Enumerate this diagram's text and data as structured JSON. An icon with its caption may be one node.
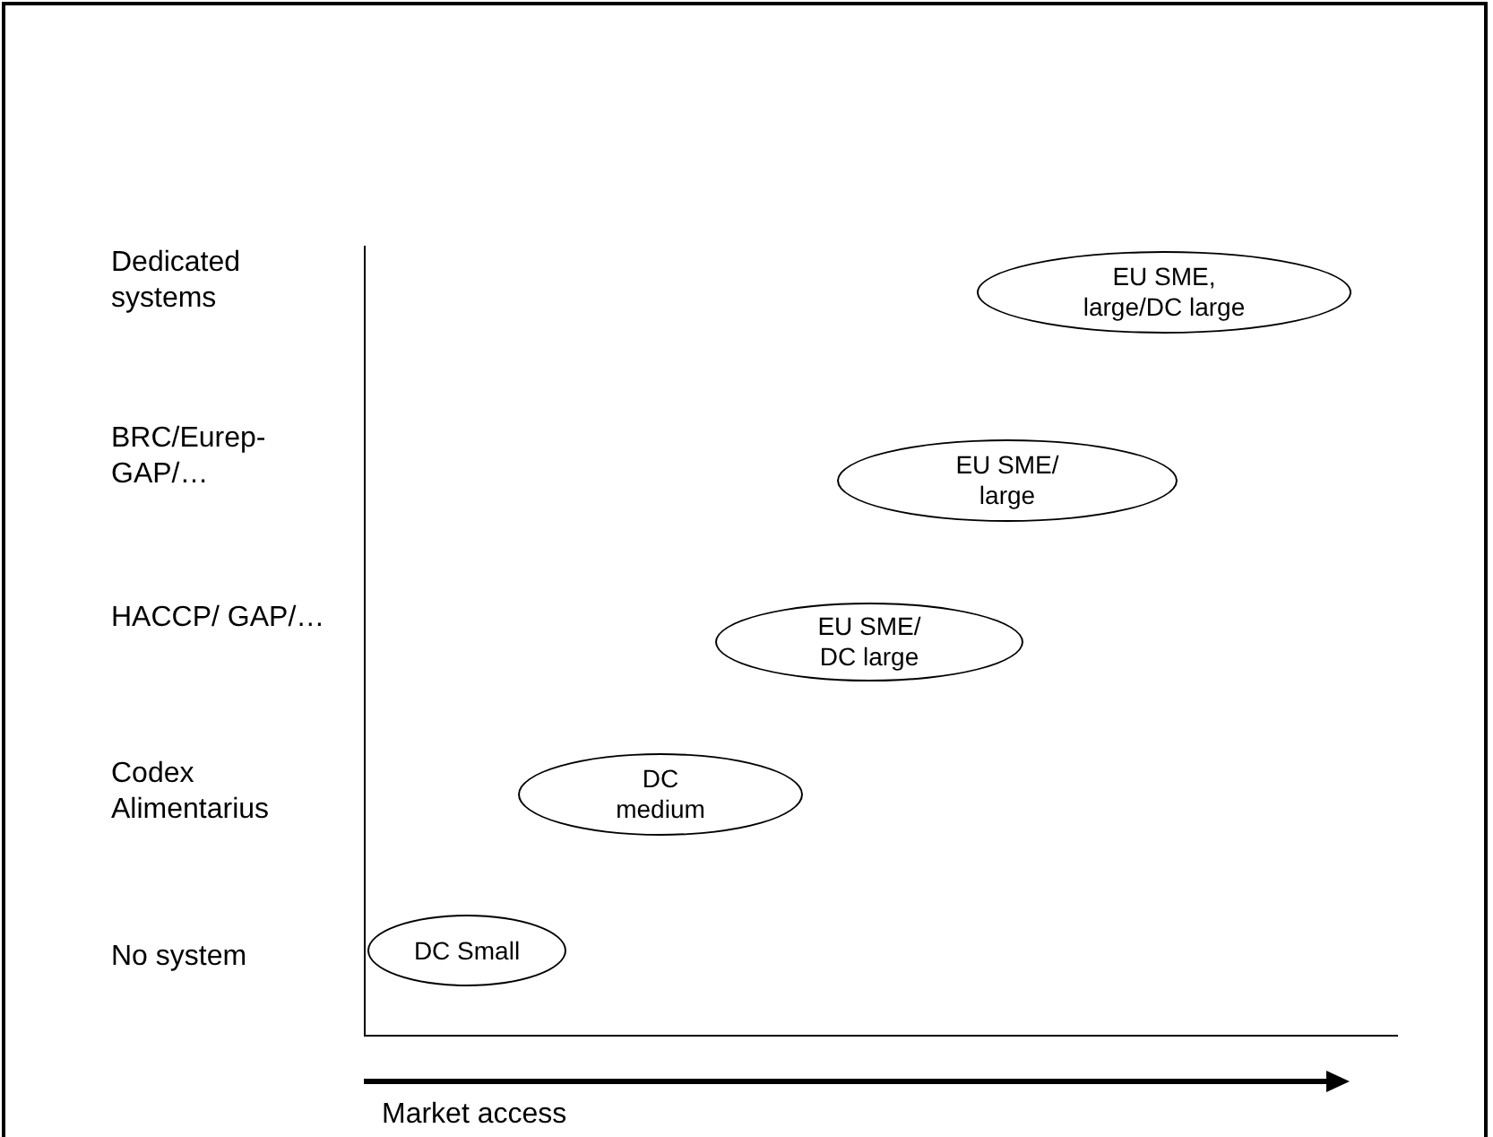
{
  "diagram": {
    "nodes": [
      {
        "text": [
          "EU SME, large/DC large"
        ]
      },
      {
        "text": [
          "EU SME/ large"
        ]
      },
      {
        "text": [
          "EU SME/ DC large"
        ]
      },
      {
        "text": [
          "DC medium"
        ]
      },
      {
        "text": [
          "DC Small"
        ]
      }
    ],
    "labels": [
      "Dedicated systems",
      "BRC/Eurep-GAP/…",
      "HACCP/ GAP/…",
      "Codex Alimentarius",
      "No system",
      "Market access"
    ]
  }
}
